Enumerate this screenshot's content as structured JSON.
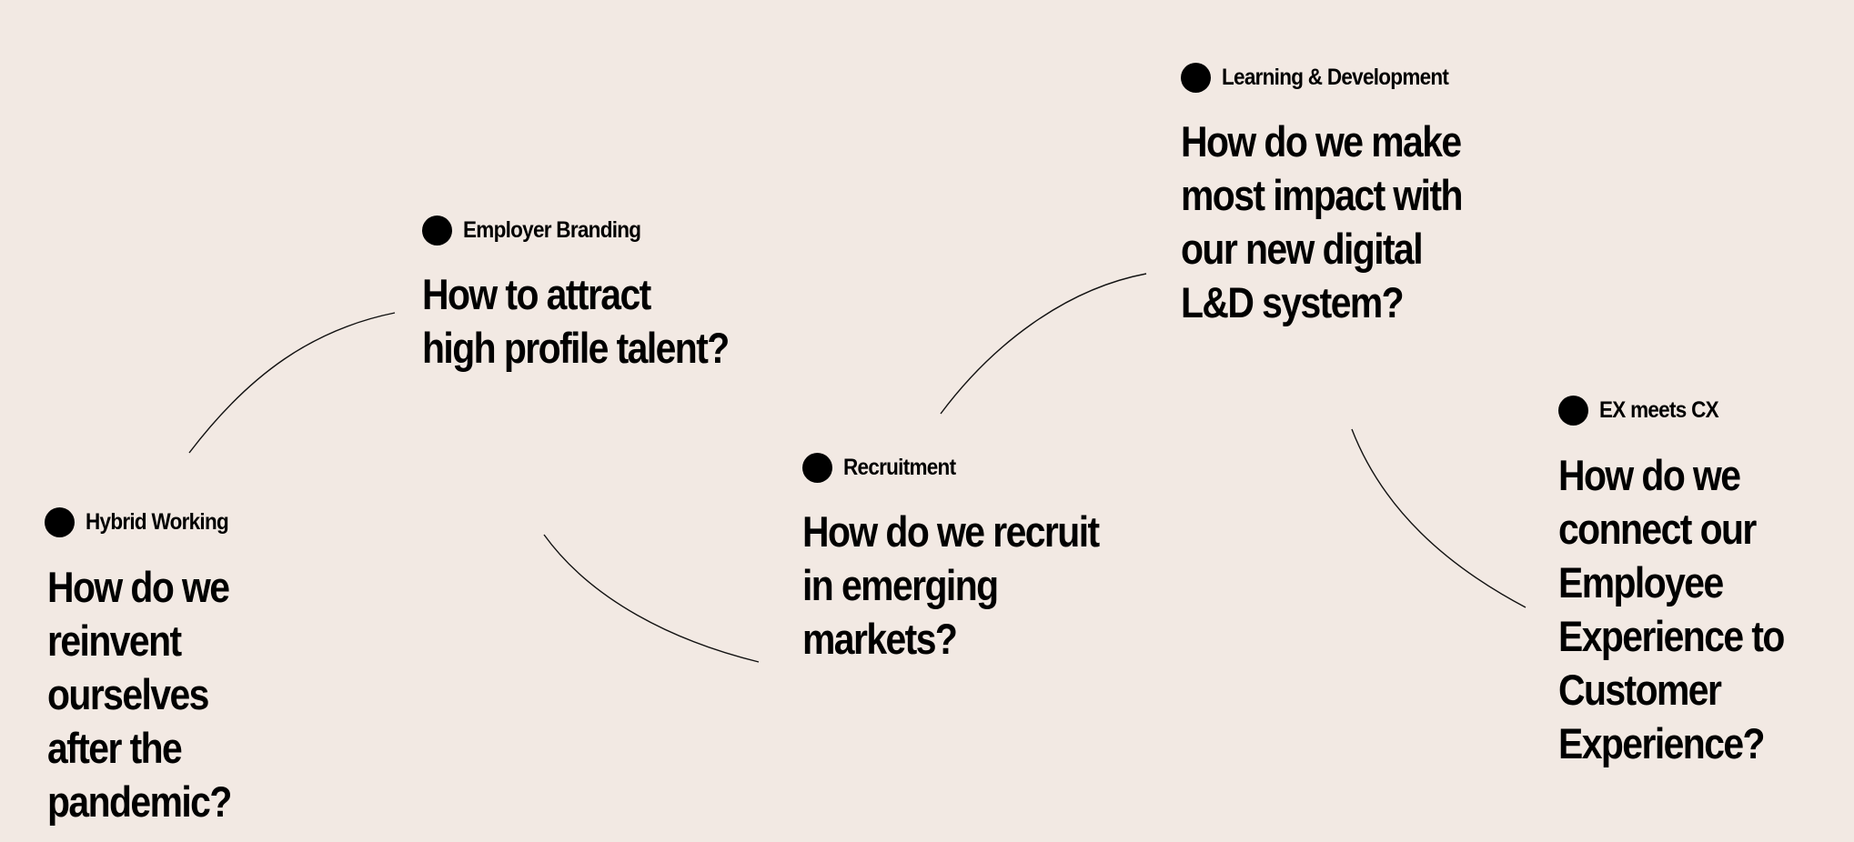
{
  "page": {
    "background_color": "#f2e9e3",
    "accent_color": "#000000",
    "connector_color": "#111111"
  },
  "topics": [
    {
      "id": "hybrid-working",
      "tag": "Hybrid Working",
      "question": "How do we\nreinvent ourselves\nafter the\npandemic?"
    },
    {
      "id": "employer-branding",
      "tag": "Employer Branding",
      "question": "How to attract\nhigh profile talent?"
    },
    {
      "id": "recruitment",
      "tag": "Recruitment",
      "question": "How do we recruit\nin emerging\nmarkets?"
    },
    {
      "id": "learning-development",
      "tag": "Learning & Development",
      "question": "How do we make\nmost impact with\nour new digital\nL&D system?"
    },
    {
      "id": "ex-meets-cx",
      "tag": "EX meets CX",
      "question": "How do we\nconnect our\nEmployee\nExperience to\nCustomer\nExperience?"
    }
  ],
  "connections": [
    {
      "from": "hybrid-working",
      "to": "employer-branding"
    },
    {
      "from": "employer-branding",
      "to": "recruitment"
    },
    {
      "from": "recruitment",
      "to": "learning-development"
    },
    {
      "from": "learning-development",
      "to": "ex-meets-cx"
    }
  ]
}
